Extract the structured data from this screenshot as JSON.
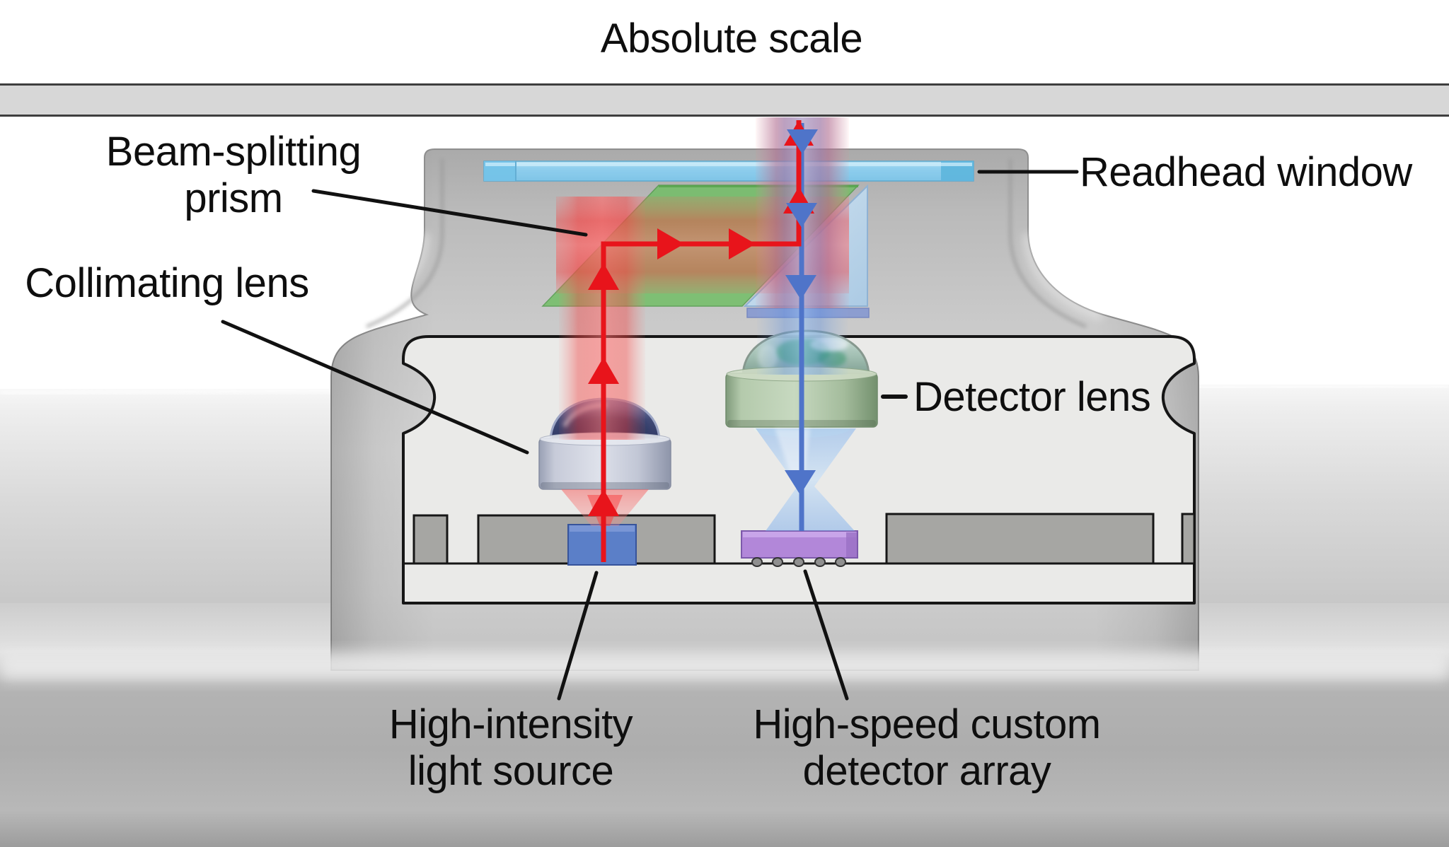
{
  "labels": {
    "scale": "Absolute scale",
    "prism_line1": "Beam-splitting",
    "prism_line2": "prism",
    "window": "Readhead window",
    "collimating_lens": "Collimating lens",
    "detector_lens": "Detector lens",
    "light_source_line1": "High-intensity",
    "light_source_line2": "light source",
    "detector_array_line1": "High-speed custom",
    "detector_array_line2": "detector array"
  },
  "colors": {
    "beam_red": "#e8141b",
    "beam_blue": "#4f74c9",
    "prism_green": "#6fbe63",
    "prism_triangle_blue": "#c3dcf0",
    "window_blue": "#8ed2f3",
    "light_source_blue": "#5b7fc8",
    "detector_purple": "#b287d9",
    "detector_lens_green": "#a8c2a2",
    "collimating_lens_gray": "#c6cbd9",
    "scale_bar_gray": "#d7d7d7",
    "label_text": "#0e0e0e"
  }
}
